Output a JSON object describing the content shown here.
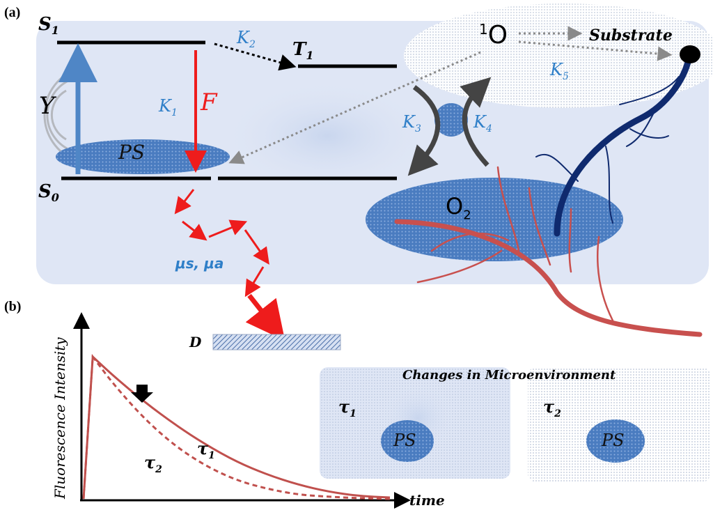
{
  "panels": {
    "a": "(a)",
    "b": "(b)"
  },
  "states": {
    "s1": "S",
    "s1_sub": "1",
    "s0": "S",
    "s0_sub": "0",
    "t1": "T",
    "t1_sub": "1",
    "singlet_o_sup": "1",
    "singlet_o": "O",
    "o2": "O",
    "o2_sub": "2"
  },
  "rates": {
    "k_symbol": "K",
    "k1_sub": "1",
    "k2_sub": "2",
    "k3_sub": "3",
    "k4_sub": "4",
    "k5_sub": "5",
    "excitation": "Y",
    "fluorescence": "F"
  },
  "labels": {
    "substrate": "Substrate",
    "ps": "PS",
    "scattering": "μs, μa",
    "detector": "D",
    "y_axis": "Fluorescence Intensity",
    "x_axis": "time",
    "micro_title": "Changes in Microenvironment",
    "tau_symbol": "τ",
    "tau1_sub": "1",
    "tau2_sub": "2"
  },
  "colors": {
    "panel_bg": "#dfe6f5",
    "blob": "#4a7cc0",
    "red_arrow": "#ee1c1c",
    "vessel_red": "#c8504e",
    "vessel_blue": "#0f2a6e",
    "rate_blue": "#2f7fc8",
    "curve": "#c0504d"
  },
  "chart_data": {
    "type": "line",
    "series": [
      {
        "name": "τ1",
        "x": [
          0,
          0.3,
          1,
          2,
          3,
          4,
          5,
          6,
          7,
          8,
          9,
          10
        ],
        "y": [
          0,
          1.0,
          0.86,
          0.68,
          0.52,
          0.38,
          0.26,
          0.17,
          0.1,
          0.05,
          0.02,
          0.01
        ]
      },
      {
        "name": "τ2",
        "x": [
          0,
          0.3,
          1,
          2,
          3,
          4,
          5,
          6,
          7,
          8,
          9,
          10
        ],
        "y": [
          0,
          1.0,
          0.8,
          0.56,
          0.37,
          0.23,
          0.13,
          0.07,
          0.03,
          0.015,
          0.005,
          0
        ]
      }
    ],
    "xlabel": "time",
    "ylabel": "Fluorescence Intensity"
  }
}
